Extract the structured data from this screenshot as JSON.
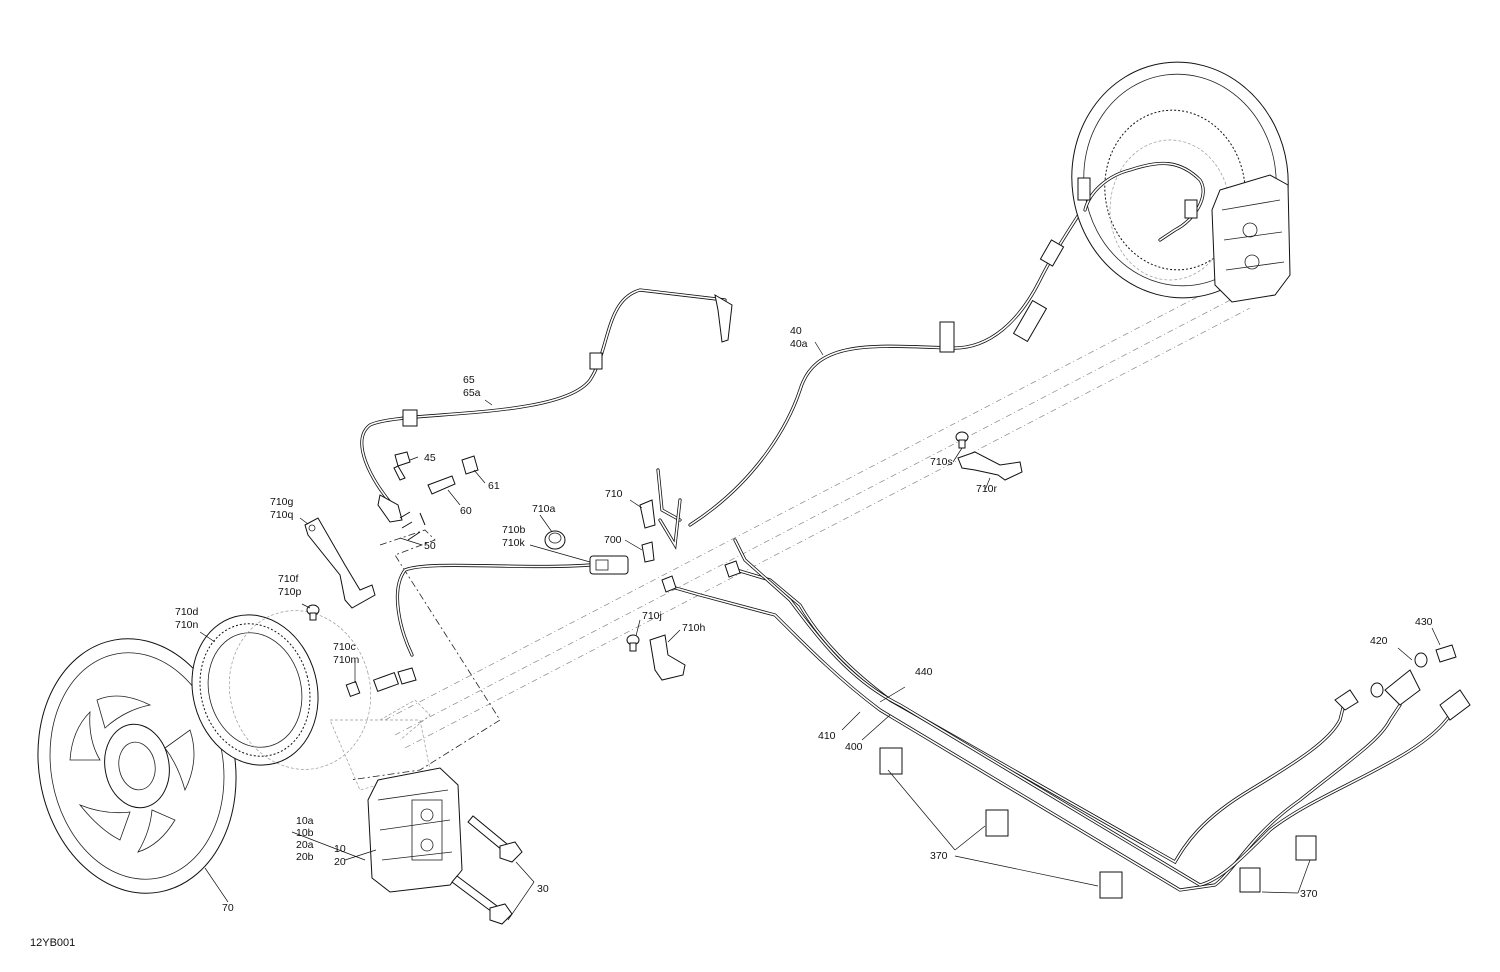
{
  "figure_ref": "12YB001",
  "callouts": [
    {
      "id": "c40",
      "lines": [
        "40",
        "40a"
      ]
    },
    {
      "id": "c65",
      "lines": [
        "65",
        "65a"
      ]
    },
    {
      "id": "c45",
      "lines": [
        "45"
      ]
    },
    {
      "id": "c61",
      "lines": [
        "61"
      ]
    },
    {
      "id": "c60",
      "lines": [
        "60"
      ]
    },
    {
      "id": "c50",
      "lines": [
        "50"
      ]
    },
    {
      "id": "c710g",
      "lines": [
        "710g",
        "710q"
      ]
    },
    {
      "id": "c710a",
      "lines": [
        "710a"
      ]
    },
    {
      "id": "c710",
      "lines": [
        "710"
      ]
    },
    {
      "id": "c710b",
      "lines": [
        "710b",
        "710k"
      ]
    },
    {
      "id": "c700",
      "lines": [
        "700"
      ]
    },
    {
      "id": "c710s",
      "lines": [
        "710s"
      ]
    },
    {
      "id": "c710r",
      "lines": [
        "710r"
      ]
    },
    {
      "id": "c710f",
      "lines": [
        "710f",
        "710p"
      ]
    },
    {
      "id": "c710d",
      "lines": [
        "710d",
        "710n"
      ]
    },
    {
      "id": "c710c",
      "lines": [
        "710c",
        "710m"
      ]
    },
    {
      "id": "c710j",
      "lines": [
        "710j"
      ]
    },
    {
      "id": "c710h",
      "lines": [
        "710h"
      ]
    },
    {
      "id": "c420",
      "lines": [
        "420"
      ]
    },
    {
      "id": "c430",
      "lines": [
        "430"
      ]
    },
    {
      "id": "c440",
      "lines": [
        "440"
      ]
    },
    {
      "id": "c410",
      "lines": [
        "410"
      ]
    },
    {
      "id": "c400",
      "lines": [
        "400"
      ]
    },
    {
      "id": "c370a",
      "lines": [
        "370"
      ]
    },
    {
      "id": "c370b",
      "lines": [
        "370"
      ]
    },
    {
      "id": "c10a",
      "lines": [
        "10a",
        "10b",
        "20a",
        "20b"
      ]
    },
    {
      "id": "c10",
      "lines": [
        "10",
        "20"
      ]
    },
    {
      "id": "c30",
      "lines": [
        "30"
      ]
    },
    {
      "id": "c70",
      "lines": [
        "70"
      ]
    }
  ]
}
